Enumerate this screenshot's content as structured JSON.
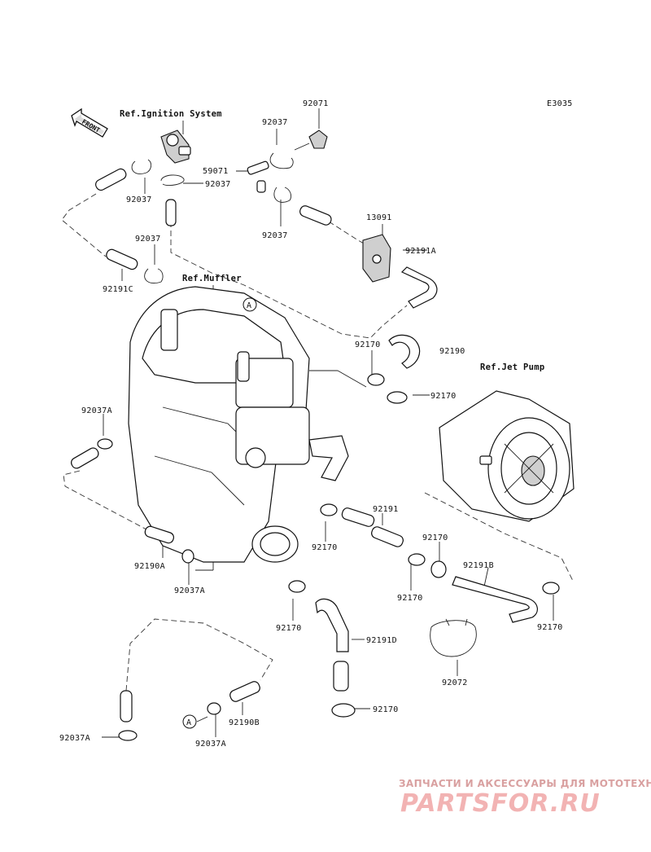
{
  "diagram_code": "E3035",
  "references": {
    "ignition": "Ref.Ignition System",
    "muffler": "Ref.Muffler",
    "jet_pump": "Ref.Jet Pump"
  },
  "front_arrow": "FRONT",
  "callout_a": "A",
  "parts": {
    "p92071": "92071",
    "p92037_top": "92037",
    "p59071": "59071",
    "p92037_mid": "92037",
    "p92037_left": "92037",
    "p92037_lower": "92037",
    "p13091": "13091",
    "p92191a": "92191A",
    "p92037_upper": "92037",
    "p92191c": "92191C",
    "p92170_a": "92170",
    "p92190": "92190",
    "p92170_b": "92170",
    "p92037a_left": "92037A",
    "p92191": "92191",
    "p92170_c": "92170",
    "p92170_d": "92170",
    "p92191b": "92191B",
    "p92190a": "92190A",
    "p92037a_mid": "92037A",
    "p92170_e": "92170",
    "p92170_f": "92170",
    "p92170_g": "92170",
    "p92191d": "92191D",
    "p92072": "92072",
    "p92170_h": "92170",
    "p92037a_bl": "92037A",
    "p92190b": "92190B",
    "p92037a_bottom": "92037A"
  },
  "watermark": {
    "line1": "ЗАПЧАСТИ И АКСЕССУАРЫ ДЛЯ МОТОТЕХНИКИ",
    "line2": "PARTSFOR.RU"
  }
}
